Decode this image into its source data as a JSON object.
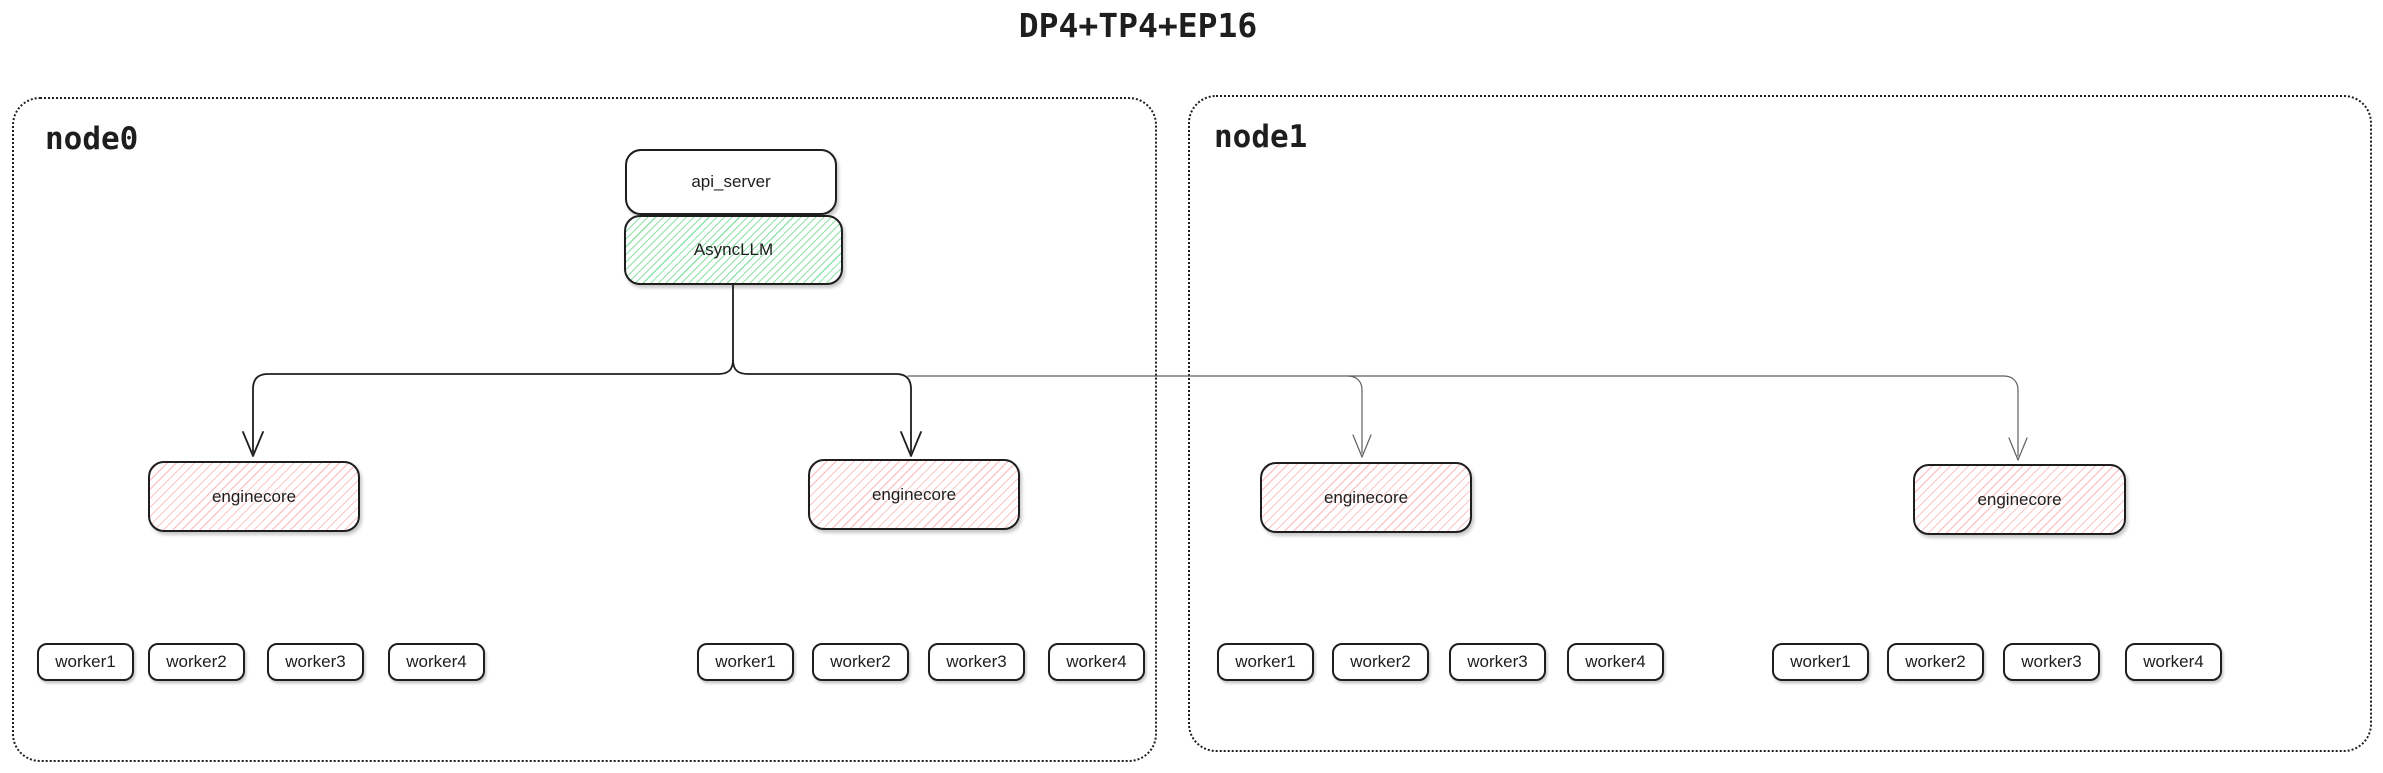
{
  "title": "DP4+TP4+EP16",
  "colors": {
    "stroke": "#1e1e1e",
    "green_hatch": "#54d67b",
    "red_hatch": "#f58282",
    "secondary_line": "#5f5f5f",
    "background": "#ffffff"
  },
  "node0": {
    "label": "node0",
    "api_server": "api_server",
    "async_llm": "AsyncLLM",
    "enginecores": [
      "enginecore",
      "enginecore"
    ],
    "worker_groups": [
      [
        "worker1",
        "worker2",
        "worker3",
        "worker4"
      ],
      [
        "worker1",
        "worker2",
        "worker3",
        "worker4"
      ]
    ]
  },
  "node1": {
    "label": "node1",
    "enginecores": [
      "enginecore",
      "enginecore"
    ],
    "worker_groups": [
      [
        "worker1",
        "worker2",
        "worker3",
        "worker4"
      ],
      [
        "worker1",
        "worker2",
        "worker3",
        "worker4"
      ]
    ]
  }
}
